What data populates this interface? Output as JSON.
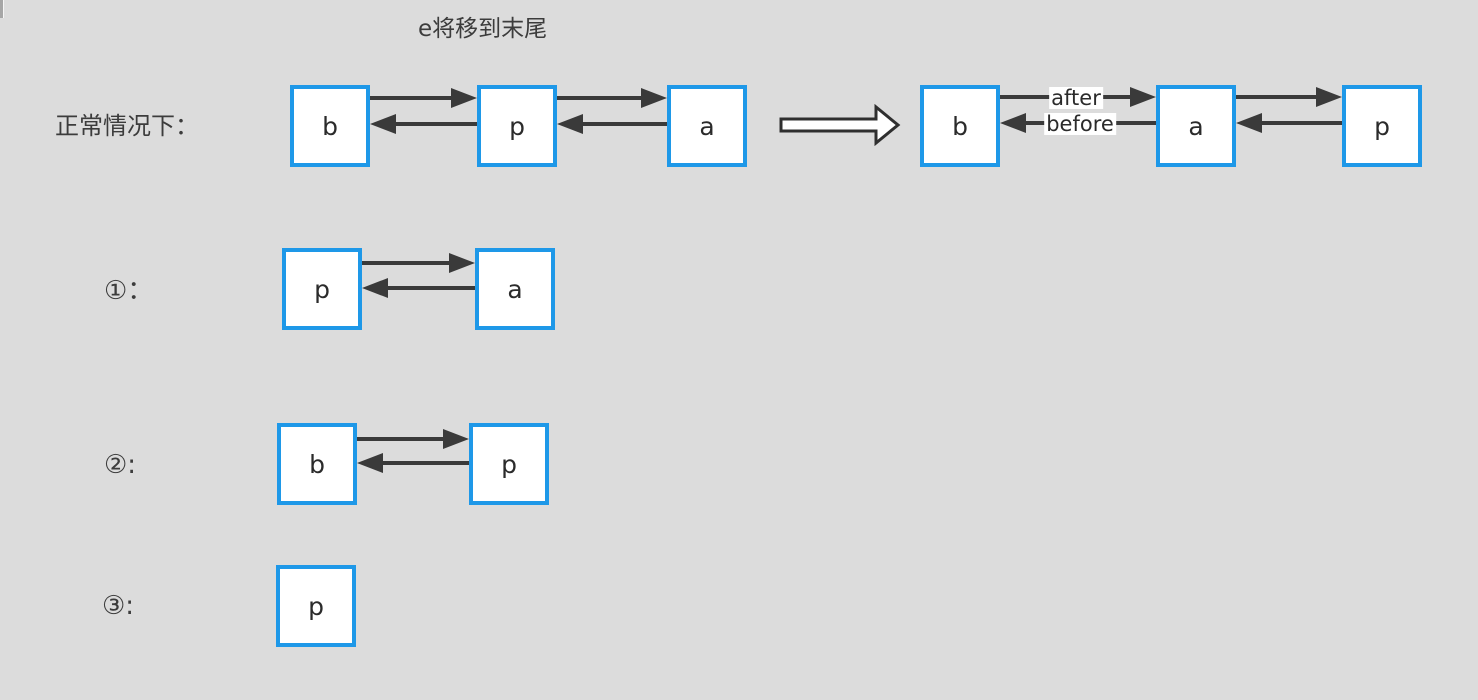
{
  "title": "e将移到末尾",
  "colors": {
    "background": "#dcdcdc",
    "node-border": "#1e98e8",
    "node-fill": "#ffffff",
    "arrow": "#3a3a3a",
    "text": "#3c3c3c"
  },
  "normal": {
    "label": "正常情况下：",
    "before": {
      "nodes": [
        "b",
        "p",
        "a"
      ]
    },
    "after": {
      "nodes": [
        "b",
        "a",
        "p"
      ],
      "link_labels": {
        "forward": "after",
        "backward": "before"
      }
    }
  },
  "cases": [
    {
      "label": "①：",
      "nodes": [
        "p",
        "a"
      ]
    },
    {
      "label": "②:",
      "nodes": [
        "b",
        "p"
      ]
    },
    {
      "label": "③:",
      "nodes": [
        "p"
      ]
    }
  ]
}
